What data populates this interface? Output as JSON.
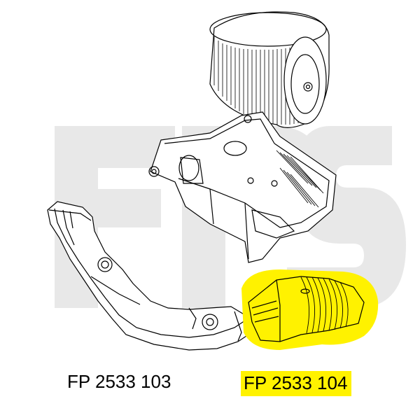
{
  "labels": {
    "left_part_number": "FP 2533 103",
    "right_part_number": "FP 2533 104"
  },
  "colors": {
    "highlight": "#fff200",
    "line": "#000000",
    "watermark": "#e6e6e6",
    "background": "#ffffff"
  },
  "icons": {
    "watermark": "fps-logo-watermark"
  }
}
